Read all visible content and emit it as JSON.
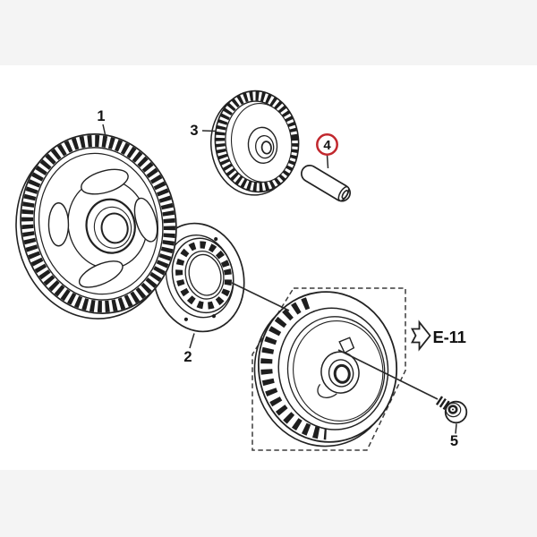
{
  "colors": {
    "canvas": "#ffffff",
    "band": "#f4f4f4",
    "line": "#222222",
    "highlight": "#c1272d"
  },
  "callouts": {
    "part1": "1",
    "part2": "2",
    "part3": "3",
    "part4": "4",
    "part5": "5"
  },
  "reference": {
    "label": "E-11"
  }
}
